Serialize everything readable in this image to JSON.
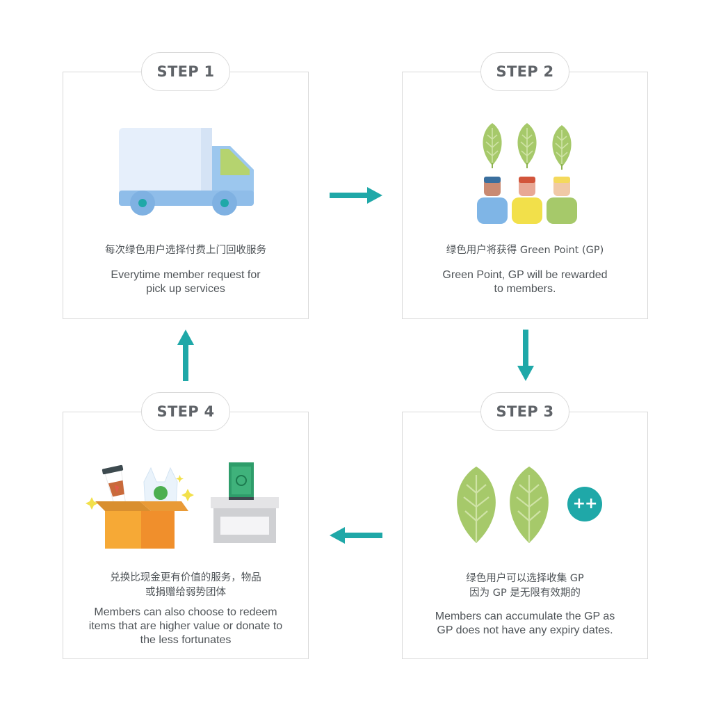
{
  "steps": [
    {
      "label": "STEP 1",
      "cn": "每次绿色用户选择付费上门回收服务",
      "en_line1": "Everytime member request for",
      "en_line2": "pick up services",
      "icon": "truck-icon"
    },
    {
      "label": "STEP 2",
      "cn": "绿色用户将获得  Green Point (GP)",
      "en_line1": "Green Point, GP will be rewarded",
      "en_line2": "to members.",
      "icon": "leaves-and-people-icon"
    },
    {
      "label": "STEP 3",
      "cn_line1": "绿色用户可以选择收集 GP",
      "cn_line2": "因为 GP 是无限有效期的",
      "en_line1": "Members can accumulate the GP as",
      "en_line2": "GP does not have any expiry dates.",
      "icon": "leaves-plus-icon",
      "badge": "++"
    },
    {
      "label": "STEP 4",
      "cn_line1": "兑换比现金更有价值的服务，物品",
      "cn_line2": "或捐赠给弱势团体",
      "en_line1": "Members can also choose to redeem",
      "en_line2": "items that are higher value or donate to",
      "en_line3": "the less fortunates",
      "icon": "recycle-box-and-donation-box-icon"
    }
  ],
  "colors": {
    "arrow": "#1fa8a8",
    "leaf": "#a6c96a",
    "truck": "#9cc7ee",
    "border": "#d9d9d9"
  }
}
